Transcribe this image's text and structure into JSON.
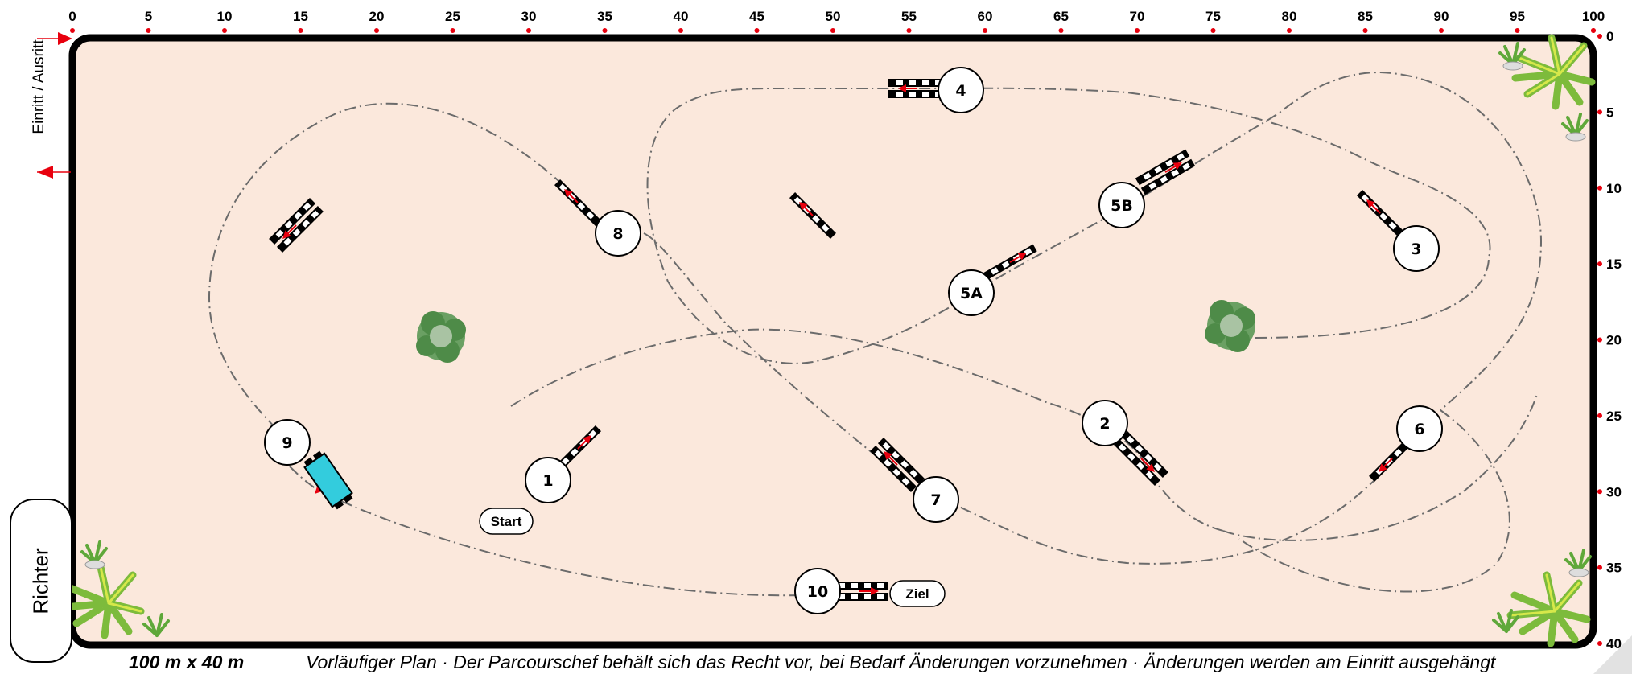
{
  "top_ticks": [
    "0",
    "5",
    "10",
    "15",
    "20",
    "25",
    "30",
    "35",
    "40",
    "45",
    "50",
    "55",
    "60",
    "65",
    "70",
    "75",
    "80",
    "85",
    "90",
    "95",
    "100"
  ],
  "right_ticks": [
    "0",
    "5",
    "10",
    "15",
    "20",
    "25",
    "30",
    "35",
    "40"
  ],
  "entry_label": "Einritt / Ausritt",
  "judge_label": "Richter",
  "start_label": "Start",
  "finish_label": "Ziel",
  "footer": {
    "size": "100 m x 40 m",
    "note": "Vorläufiger Plan · Der Parcourschef behält sich das Recht vor, bei Bedarf Änderungen vorzunehmen · Änderungen werden am Einritt ausgehängt"
  },
  "obstacles": [
    {
      "label": "1"
    },
    {
      "label": "2"
    },
    {
      "label": "3"
    },
    {
      "label": "4"
    },
    {
      "label": "5A"
    },
    {
      "label": "5B"
    },
    {
      "label": "6"
    },
    {
      "label": "7"
    },
    {
      "label": "8"
    },
    {
      "label": "9"
    },
    {
      "label": "10"
    }
  ],
  "colors": {
    "arena_fill": "#fbe8dc",
    "arena_border": "#000000",
    "tick": "#e8000e",
    "arrow": "#e8000e",
    "water": "#33ccdd",
    "path": "#666666"
  }
}
